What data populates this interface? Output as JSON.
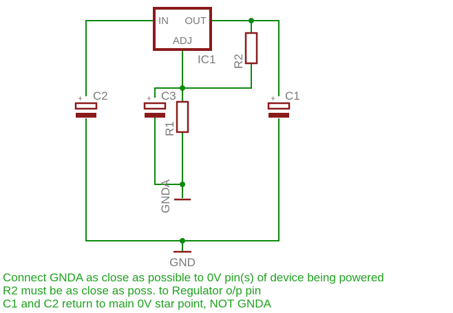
{
  "schematic": {
    "regulator": {
      "ref": "IC1",
      "pin_in": "IN",
      "pin_out": "OUT",
      "pin_adj": "ADJ"
    },
    "resistors": [
      {
        "ref": "R1"
      },
      {
        "ref": "R2"
      }
    ],
    "capacitors": [
      {
        "ref": "C1",
        "polarity": "+"
      },
      {
        "ref": "C2",
        "polarity": "+"
      },
      {
        "ref": "C3",
        "polarity": "+"
      }
    ],
    "grounds": {
      "analog": "GNDA",
      "main": "GND"
    },
    "notes": [
      "Connect GNDA as close as possible to 0V pin(s) of device being powered",
      "R2 must be as close as poss. to Regulator o/p pin",
      "C1 and C2 return to main 0V star point, NOT GNDA"
    ],
    "colors": {
      "wire": "#0a8a0a",
      "component": "#8b1a1a",
      "label": "#7a7a7a",
      "note": "#1fa21f",
      "background": "#ffffff"
    }
  }
}
